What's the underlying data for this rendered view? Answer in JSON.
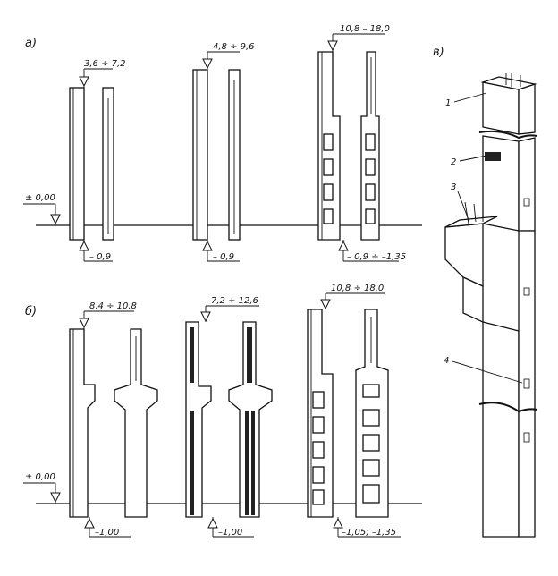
{
  "row_a": {
    "label": "а)",
    "datum": "± 0,00",
    "columns": [
      {
        "height": "3,6 ÷ 7,2",
        "depth": "– 0,9"
      },
      {
        "height": "4,8 ÷ 9,6",
        "depth": "– 0,9"
      },
      {
        "height": "10,8 – 18,0",
        "depth": "– 0,9 ÷ –1,35"
      }
    ]
  },
  "row_b": {
    "label": "б)",
    "datum": "± 0,00",
    "columns": [
      {
        "height": "8,4 ÷ 10,8",
        "depth": "–1,00"
      },
      {
        "height": "7,2 ÷ 12,6",
        "depth": "–1,00"
      },
      {
        "height": "10,8 ÷ 18,0",
        "depth": "–1,05; –1,35"
      }
    ]
  },
  "panel_c": {
    "label": "в)",
    "callouts": [
      "1",
      "2",
      "3",
      "4"
    ]
  }
}
